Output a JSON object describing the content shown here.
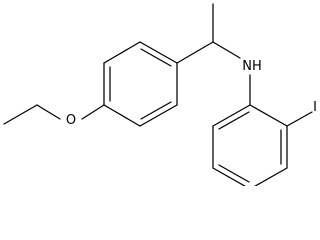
{
  "structure": {
    "atom_labels": {
      "oxygen": "O",
      "amine": "NH",
      "iodine": "I"
    }
  },
  "colors": {
    "bond": "#000000",
    "label": "#000000",
    "background": "#ffffff"
  }
}
